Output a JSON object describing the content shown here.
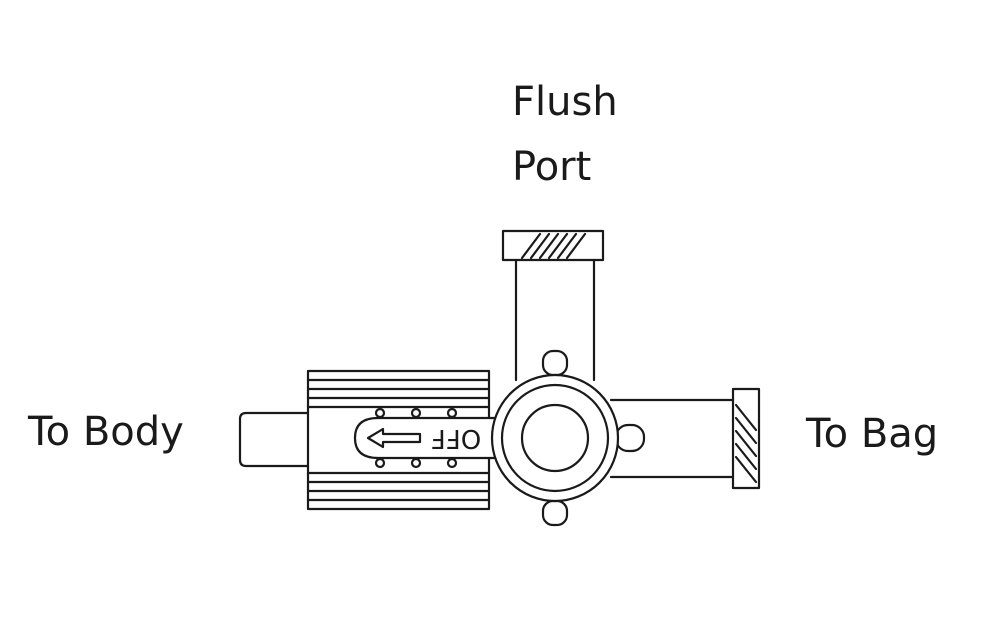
{
  "labels": {
    "flush_port_line1": "Flush",
    "flush_port_line2": "Port",
    "to_body": "To Body",
    "to_bag": "To Bag"
  },
  "handle_text": "OFF",
  "colors": {
    "stroke": "#1a1a1a",
    "background": "#ffffff"
  }
}
